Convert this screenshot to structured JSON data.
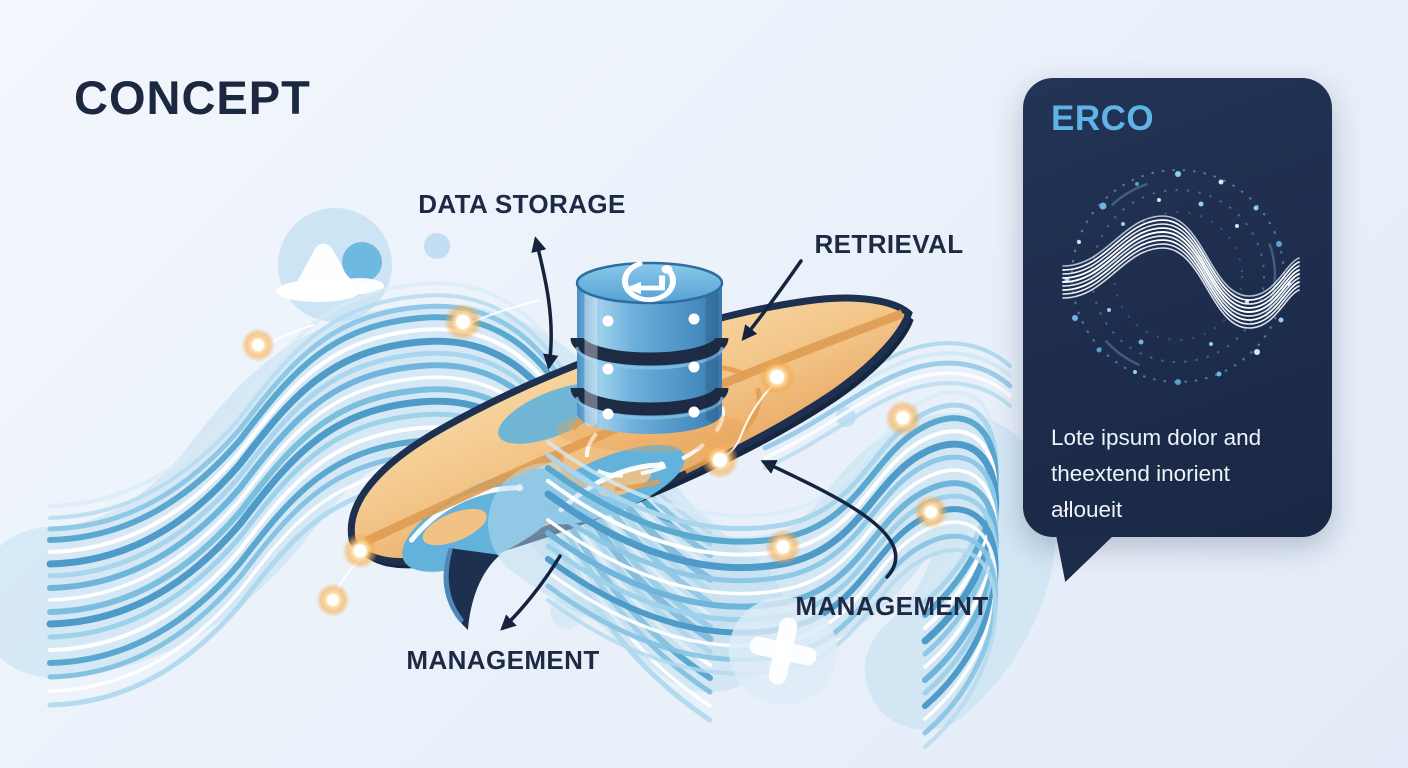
{
  "title": "CONCEPT",
  "labels": {
    "data_storage": "DATA STORAGE",
    "retrieval": "RETRIEVAL",
    "management_right": "MANAGEMENT",
    "management_bottom": "MANAGEMENT"
  },
  "panel": {
    "title": "ERCO",
    "body_line1": "Lote ipsum dolor and",
    "body_line2": "theextend inorient",
    "body_line3": "ałloueit"
  },
  "icons": {
    "cloud": "cloud-icon",
    "database": "database-icon",
    "sync_arrow": "rotate-arrow-icon",
    "plus": "plus-icon",
    "particle_wave": "particle-wave-graphic"
  },
  "colors": {
    "background": "#eaf1fa",
    "heading_text": "#1b2840",
    "label_text": "#1e2a44",
    "arrow": "#16233d",
    "wave_blue": "#5aa7d0",
    "board_orange": "#f2c285",
    "board_rim": "#1e3050",
    "database_blue": "#4f97cc",
    "glow_orange": "#f5a94b",
    "panel_background": "#1e2c4d",
    "panel_title": "#5fb4e6",
    "panel_body_text": "#eef3f8"
  }
}
